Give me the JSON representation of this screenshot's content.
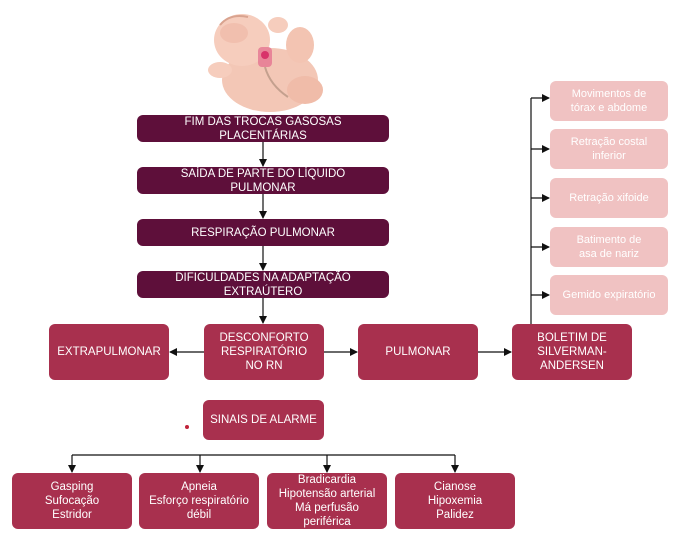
{
  "flow": {
    "step1": "FIM DAS TROCAS GASOSAS\nPLACENTÁRIAS",
    "step2": "SAÍDA DE PARTE DO LÍQUIDO\nPULMONAR",
    "step3": "RESPIRAÇÃO PULMONAR",
    "step4": "DIFICULDADES NA ADAPTAÇÃO\nEXTRAÚTERO"
  },
  "row": {
    "extrapulmonar": "EXTRAPULMONAR",
    "desconforto": "DESCONFORTO\nRESPIRATÓRIO\nNO RN",
    "pulmonar": "PULMONAR",
    "boletim": "BOLETIM DE\nSILVERMAN-\nANDERSEN"
  },
  "silverman": [
    "Movimentos de\ntórax e abdome",
    "Retração costal\ninferior",
    "Retração xifoide",
    "Batimento de\nasa de nariz",
    "Gemido expiratório"
  ],
  "alarm": {
    "title": "SINAIS DE ALARME",
    "items": [
      "Gasping\nSufocação\nEstridor",
      "Apneia\nEsforço respiratório\ndébil",
      "Bradicardia\nHipotensão arterial\nMá perfusão\nperiférica",
      "Cianose\nHipoxemia\nPalidez"
    ]
  },
  "colors": {
    "dark": "#5e0f3a",
    "mid": "#a8304e",
    "light": "#f0c2c2"
  },
  "illustration": "newborn-baby"
}
